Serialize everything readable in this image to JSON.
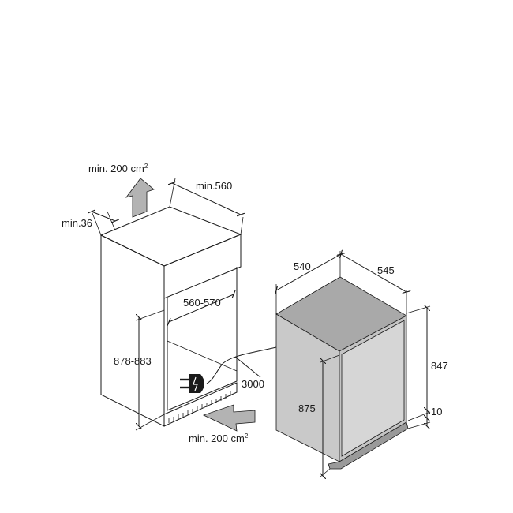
{
  "labels": {
    "vent_top": "min. 200 cm",
    "vent_top_sup": "2",
    "min_width": "min.560",
    "min_depth": "min.36",
    "niche_width": "560-570",
    "niche_height": "878-883",
    "cable_length": "3000",
    "vent_bottom": "min. 200 cm",
    "vent_bottom_sup": "2",
    "width": "540",
    "depth": "545",
    "height_total": "847",
    "height_front": "875",
    "foot": "10"
  },
  "colors": {
    "line": "#1a1a1a",
    "arrow_fill": "#b3b3b3",
    "appliance_body": "#c9c9c9",
    "appliance_top": "#a9a9a9",
    "appliance_door": "#d6d6d6",
    "niche_fill": "#ffffff"
  },
  "icons": [
    "arrow-up-icon",
    "arrow-in-icon",
    "plug-icon"
  ]
}
